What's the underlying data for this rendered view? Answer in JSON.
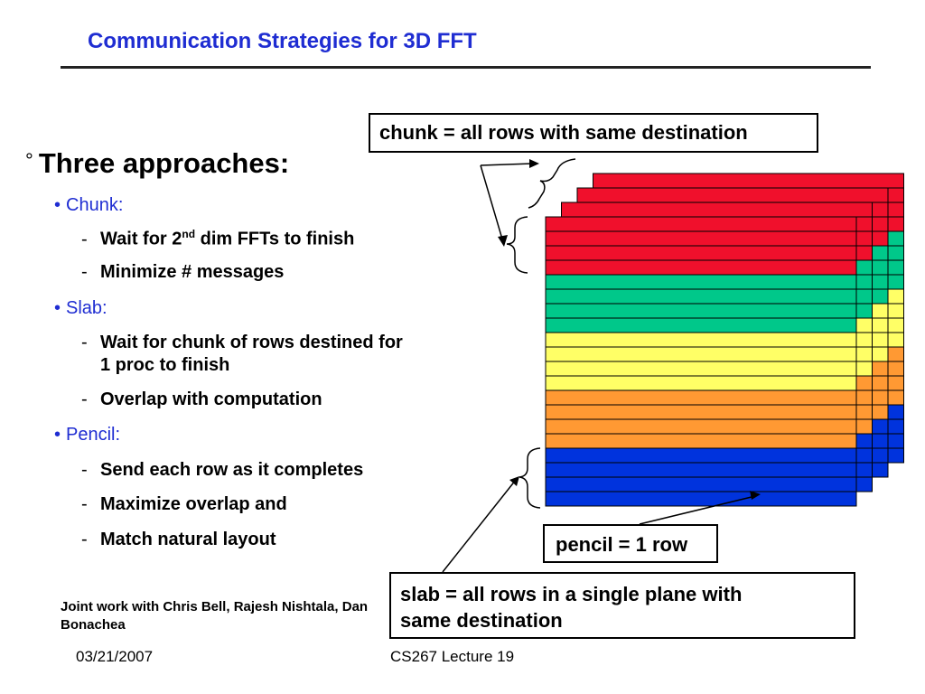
{
  "title": "Communication Strategies for 3D FFT",
  "heading": {
    "marker": "°",
    "text": "Three approaches:"
  },
  "approaches": [
    {
      "bullet": "•",
      "label": "Chunk:",
      "items": [
        {
          "dash": "-",
          "text_before": "Wait for 2",
          "sup": "nd",
          "text_after": " dim FFTs to finish"
        },
        {
          "dash": "-",
          "text": "Minimize # messages"
        }
      ]
    },
    {
      "bullet": "•",
      "label": "Slab:",
      "items": [
        {
          "dash": "-",
          "text": "Wait for chunk of rows destined for",
          "text2": "1 proc to finish"
        },
        {
          "dash": "-",
          "text": "Overlap with computation"
        }
      ]
    },
    {
      "bullet": "•",
      "label": "Pencil:",
      "items": [
        {
          "dash": "-",
          "text": "Send each row as it completes"
        },
        {
          "dash": "-",
          "text": "Maximize overlap and"
        },
        {
          "dash": "-",
          "text": "Match natural layout"
        }
      ]
    }
  ],
  "callouts": {
    "chunk": "chunk = all rows with same destination",
    "pencil": "pencil = 1 row",
    "slab_line1": "slab = all rows in a single plane with",
    "slab_line2": "same destination"
  },
  "credit": "Joint work with Chris Bell, Rajesh Nishtala, Dan Bonachea",
  "footer": {
    "date": "03/21/2007",
    "course": "CS267 Lecture 19"
  },
  "colors": {
    "title": "#1f2dd2",
    "red": "#f0102c",
    "green": "#00c88a",
    "yellow": "#ffff66",
    "orange": "#ff9933",
    "blue": "#0033dd"
  },
  "diagram": {
    "planes": 4,
    "row_colors": [
      "red",
      "red",
      "red",
      "red",
      "green",
      "green",
      "green",
      "green",
      "yellow",
      "yellow",
      "yellow",
      "yellow",
      "orange",
      "orange",
      "orange",
      "orange",
      "blue",
      "blue",
      "blue",
      "blue"
    ]
  }
}
